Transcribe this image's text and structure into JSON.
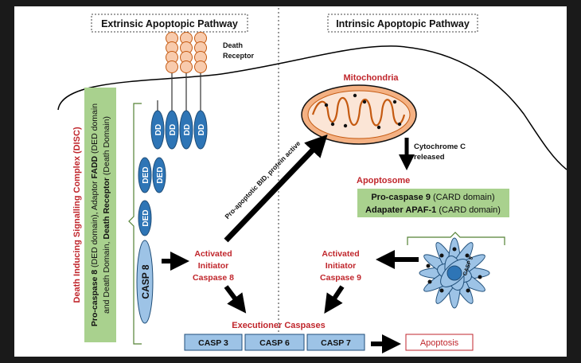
{
  "headers": {
    "extrinsic": "Extrinsic Apoptopic Pathway",
    "intrinsic": "Intrinsic Apoptopic Pathway"
  },
  "death_receptor": {
    "line1": "Death",
    "line2": "Receptor"
  },
  "dd_label": "DD",
  "ded_label": "DED",
  "casp8_label": "CASP 8",
  "disc": {
    "title": "Death Inducing Signalling Complex (DISC)",
    "line1_bold": "Pro-caspase 8",
    "line1_rest": " (DED domain), Adaptor ",
    "line1_bold2": "FADD",
    "line1_tail": " (DED domain",
    "line2_pre": "and Death Domain, ",
    "line2_bold": "Death Receptor",
    "line2_tail": " (Death Domain)"
  },
  "mitochondria": "Mitochondria",
  "bid_label": "Pro-apoptotic BID, protein active",
  "cytochrome": {
    "line1": "Cytochrome C",
    "line2": "released"
  },
  "apoptosome": {
    "title": "Apoptosome",
    "line1_bold": "Pro-caspase 9",
    "line1_rest": " (CARD domain)",
    "line2_bold": "Adapater APAF-1",
    "line2_rest": " (CARD domain)"
  },
  "casp9_label": "CASP 9",
  "initiator8": {
    "line1": "Activated",
    "line2": "Initiator",
    "line3": "Caspase 8"
  },
  "initiator9": {
    "line1": "Activated",
    "line2": "Initiator",
    "line3": "Caspase 9"
  },
  "executioner": {
    "title": "Executioner Caspases",
    "items": [
      "CASP 3",
      "CASP 6",
      "CASP 7"
    ]
  },
  "apoptosis": "Apoptosis",
  "colors": {
    "red": "#c0262c",
    "green_box": "#a9d18e",
    "blue_dark": "#2e75b6",
    "blue_light": "#9dc3e6",
    "receptor_pink": "#f8cbad",
    "mito_orange": "#f4b183"
  }
}
